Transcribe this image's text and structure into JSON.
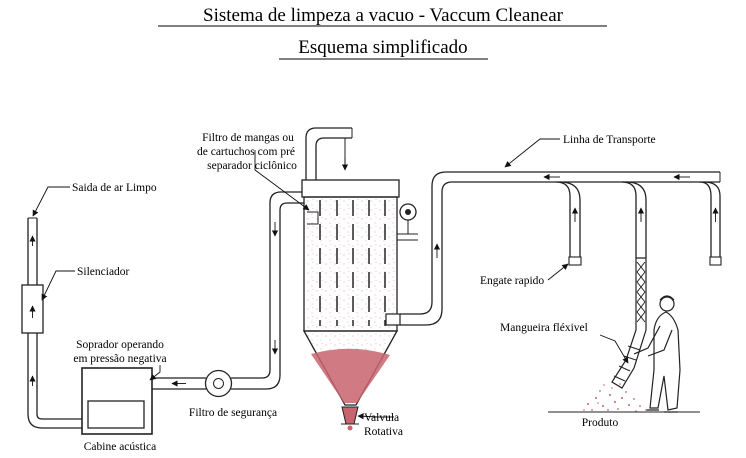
{
  "title": "Sistema de limpeza a vacuo - Vaccum Cleanear",
  "subtitle": "Esquema simplificado",
  "labels": {
    "saida_ar": "Saida de ar Limpo",
    "silenciador": "Silenciador",
    "soprador_1": "Soprador operando",
    "soprador_2": "em pressão negativa",
    "cabine": "Cabine acústica",
    "filtro_seg": "Filtro de segurança",
    "filtro_mangas_1": "Filtro de mangas ou",
    "filtro_mangas_2": "de cartuchos com pré",
    "filtro_mangas_3": "separador ciclônico",
    "valvula_1": "Valvula",
    "valvula_2": "Rotativa",
    "linha": "Linha de Transporte",
    "engate": "Engate rapido",
    "mangueira": "Mangueira fléxivel",
    "produto": "Produto"
  },
  "colors": {
    "product": "#c8646e",
    "line": "#222222"
  }
}
